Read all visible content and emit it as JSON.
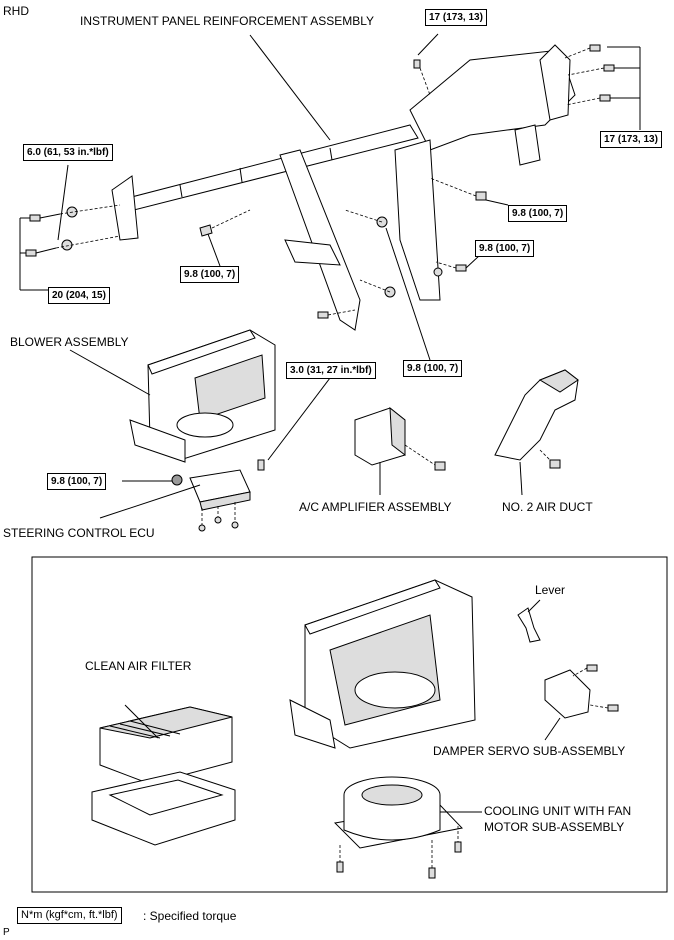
{
  "header": {
    "variant": "RHD"
  },
  "labels": {
    "instrument_panel": "INSTRUMENT PANEL REINFORCEMENT ASSEMBLY",
    "blower": "BLOWER ASSEMBLY",
    "steering_ecu": "STEERING CONTROL ECU",
    "ac_amplifier": "A/C AMPLIFIER ASSEMBLY",
    "air_duct": "NO. 2 AIR DUCT",
    "lever": "Lever",
    "clean_air_filter": "CLEAN AIR FILTER",
    "damper_servo": "DAMPER SERVO SUB-ASSEMBLY",
    "cooling_unit_line1": "COOLING UNIT WITH FAN",
    "cooling_unit_line2": "MOTOR SUB-ASSEMBLY"
  },
  "torques": {
    "t17_top": "17 (173, 13)",
    "t17_right": "17 (173, 13)",
    "t6": "6.0 (61, 53 in.*lbf)",
    "t20": "20 (204, 15)",
    "t98_a": "9.8 (100, 7)",
    "t98_b": "9.8 (100, 7)",
    "t98_c": "9.8 (100, 7)",
    "t98_d": "9.8 (100, 7)",
    "t98_e": "9.8 (100, 7)",
    "t3": "3.0 (31, 27 in.*lbf)"
  },
  "legend": {
    "unit": "N*m (kgf*cm, ft.*lbf)",
    "description": ": Specified torque"
  },
  "footer": {
    "code": "P"
  }
}
